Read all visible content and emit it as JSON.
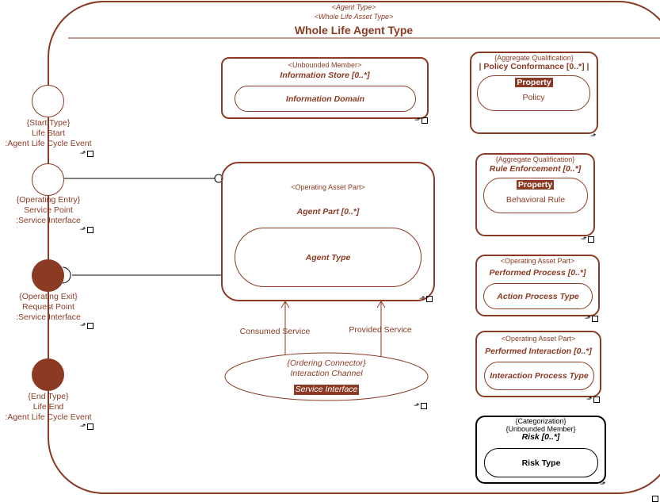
{
  "header": {
    "stereo1": "<Agent Type>",
    "stereo2": "<Whole Life Asset Type>",
    "title": "Whole Life Agent Type"
  },
  "ports": [
    {
      "kind": "{Start Type}",
      "name": "Life Start",
      "type": ":Agent Life Cycle Event"
    },
    {
      "kind": "{Operating Entry}",
      "name": "Service Point",
      "type": ":Service Interface"
    },
    {
      "kind": "{Operating Exit}",
      "name": "Request Point",
      "type": ":Service Interface"
    },
    {
      "kind": "{End Type}",
      "name": "Life End",
      "type": ":Agent Life Cycle Event"
    }
  ],
  "info_store": {
    "stereo": "<Unbounded Member>",
    "name": "Information Store [0..*]",
    "inner": "Information Domain"
  },
  "agent_part": {
    "stereo": "<Operating Asset Part>",
    "name": "Agent Part [0..*]",
    "inner": "Agent Type"
  },
  "connector": {
    "consumed": "Consumed Service",
    "provided": "Provided Service",
    "stereo": "{Ordering Connector}",
    "name": "Interaction Channel",
    "badge": "Service Interface"
  },
  "policy": {
    "stereo": "{Aggregate Qualification}",
    "name": "| Policy Conformance [0..*] |",
    "badge": "Property",
    "inner": "Policy"
  },
  "rule": {
    "stereo": "{Aggregate Qualification}",
    "name": "Rule Enforcement [0..*]",
    "badge": "Property",
    "inner": "Behavioral Rule"
  },
  "process": {
    "stereo": "<Operating Asset Part>",
    "name": "Performed Process [0..*]",
    "inner": "Action Process Type"
  },
  "interaction": {
    "stereo": "<Operating Asset Part>",
    "name": "Performed Interaction [0..*]",
    "inner": "Interaction Process Type"
  },
  "risk": {
    "stereo1": "{Categorization}",
    "stereo2": "{Unbounded Member}",
    "name": "Risk [0..*]",
    "inner": "Risk Type"
  },
  "colors": {
    "accent": "#8b3a24",
    "dark": "#000000"
  },
  "icons": [
    "link-arrow-icon",
    "expand-square-icon"
  ]
}
